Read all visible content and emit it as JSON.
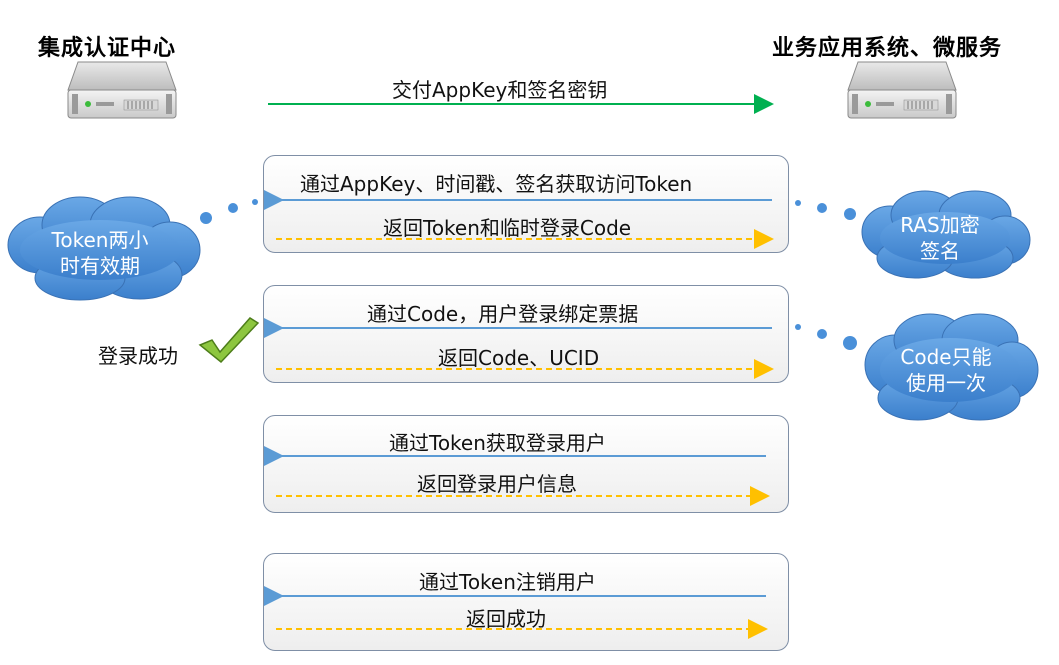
{
  "left_server": {
    "title": "集成认证中心"
  },
  "right_server": {
    "title": "业务应用系统、微服务"
  },
  "handover": {
    "label": "交付AppKey和签名密钥"
  },
  "steps": [
    {
      "request": "通过AppKey、时间戳、签名获取访问Token",
      "response": "返回Token和临时登录Code"
    },
    {
      "request": "通过Code，用户登录绑定票据",
      "response": "返回Code、UCID"
    },
    {
      "request": "通过Token获取登录用户",
      "response": "返回登录用户信息"
    },
    {
      "request": "通过Token注销用户",
      "response": "返回成功"
    }
  ],
  "notes": {
    "token_valid": "Token两小\n时有效期",
    "rsa_sign": "RAS加密\n签名",
    "code_once": "Code只能\n使用一次",
    "login_success": "登录成功"
  },
  "colors": {
    "request_arrow": "#5b9bd5",
    "response_arrow": "#ffc000",
    "handover_arrow": "#00b050",
    "cloud_fill": "#4a90d9",
    "check_fill": "#8dc63f"
  },
  "icons": [
    "server-icon",
    "cloud-icon",
    "checkmark-icon"
  ]
}
